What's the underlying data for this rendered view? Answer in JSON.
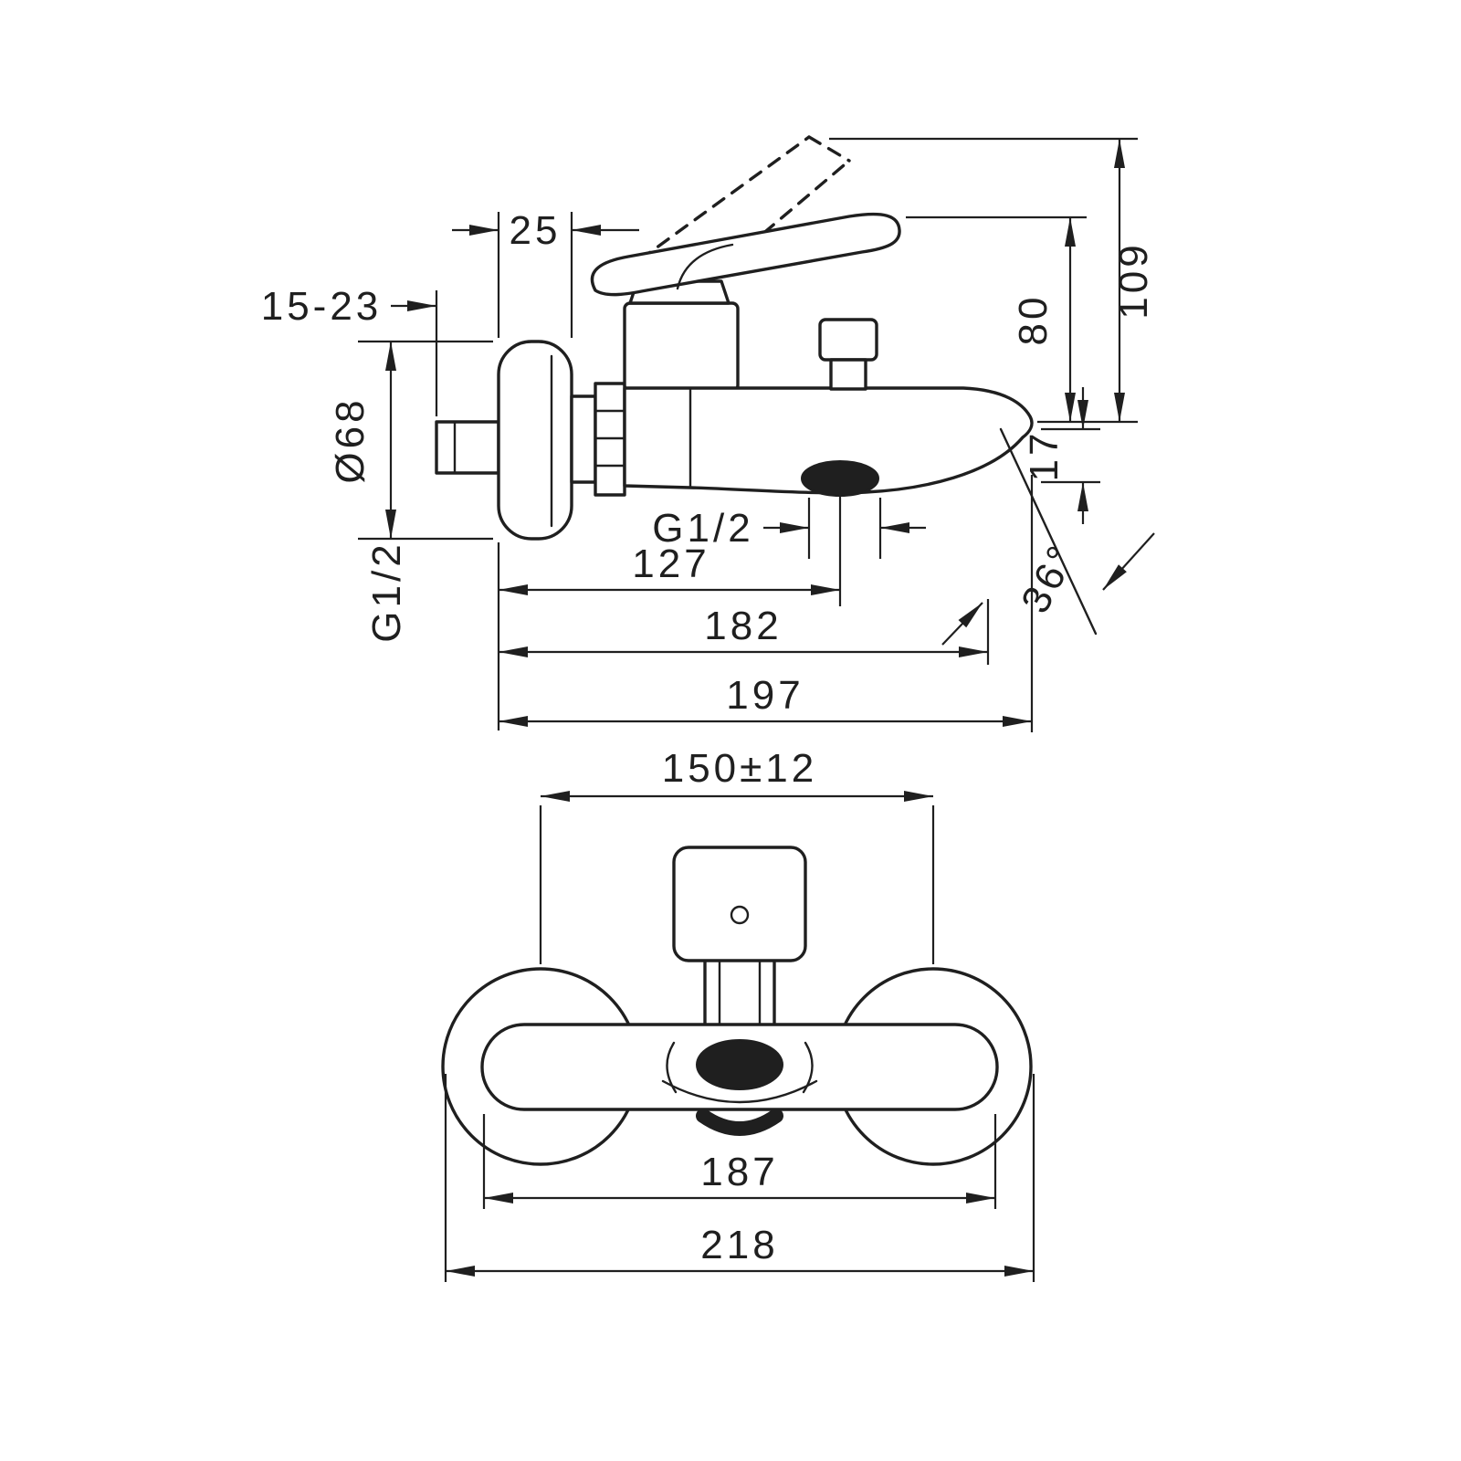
{
  "title": "Wall-mounted bath mixer technical drawing",
  "colors": {
    "line": "#1f1f1f",
    "background": "#ffffff"
  },
  "views": {
    "side": {
      "dims": {
        "plate_thickness": "25",
        "wall_depth_range": "15-23",
        "escutcheon_diameter": "Ø68",
        "inlet_thread": "G1/2",
        "outlet_thread": "G1/2",
        "spout_center": "127",
        "outlet_reach": "182",
        "total_projection": "197",
        "handle_rise": "80",
        "total_height": "109",
        "tip_drop": "17",
        "spout_angle": "36°"
      }
    },
    "front": {
      "dims": {
        "connection_centers": "150±12",
        "body_width": "187",
        "total_width": "218"
      }
    }
  }
}
